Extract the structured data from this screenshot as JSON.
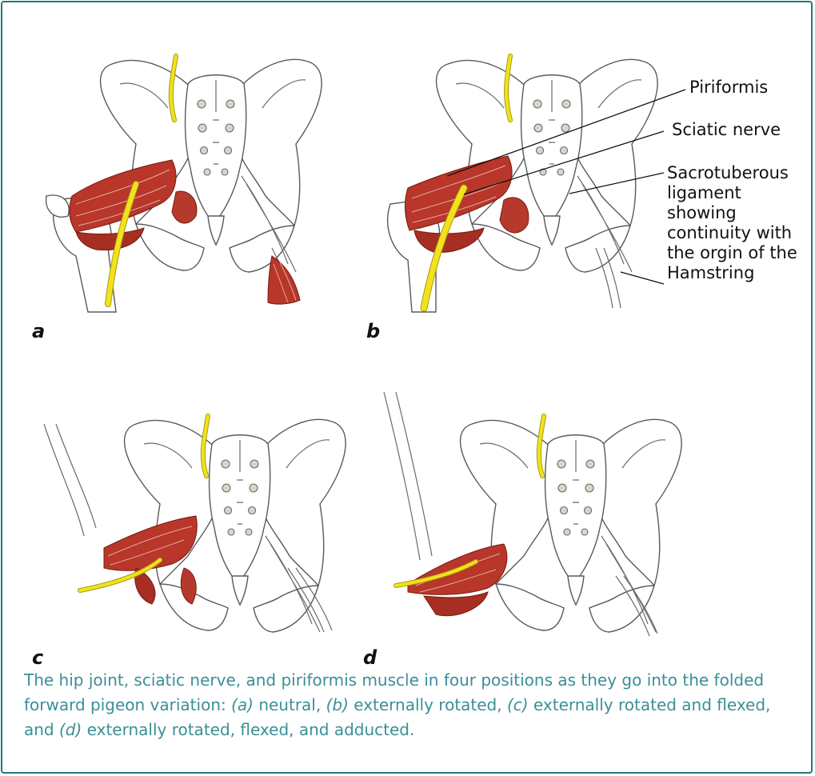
{
  "panels": [
    {
      "letter": "a"
    },
    {
      "letter": "b"
    },
    {
      "letter": "c"
    },
    {
      "letter": "d"
    }
  ],
  "labels": {
    "piriformis": "Piriformis",
    "sciatic": "Sciatic nerve",
    "sacro_lines": [
      "Sacrotuberous",
      "ligament",
      "showing",
      "continuity with",
      "the orgin of the",
      "Hamstring"
    ]
  },
  "caption": {
    "lead": "The hip joint, sciatic nerve, and piriformis muscle in four positions as they go into the folded forward pigeon variation: ",
    "items": [
      {
        "key": "(a)",
        "text": " neutral, "
      },
      {
        "key": "(b)",
        "text": " externally rotated, "
      },
      {
        "key": "(c)",
        "text": " externally rotated and flexed, and "
      },
      {
        "key": "(d)",
        "text": " externally rotated, flexed, and adducted."
      }
    ]
  },
  "colors": {
    "frame": "#1f7a78",
    "caption": "#3a8f96",
    "muscle": "#b8362a",
    "nerve": "#f2e21e"
  }
}
